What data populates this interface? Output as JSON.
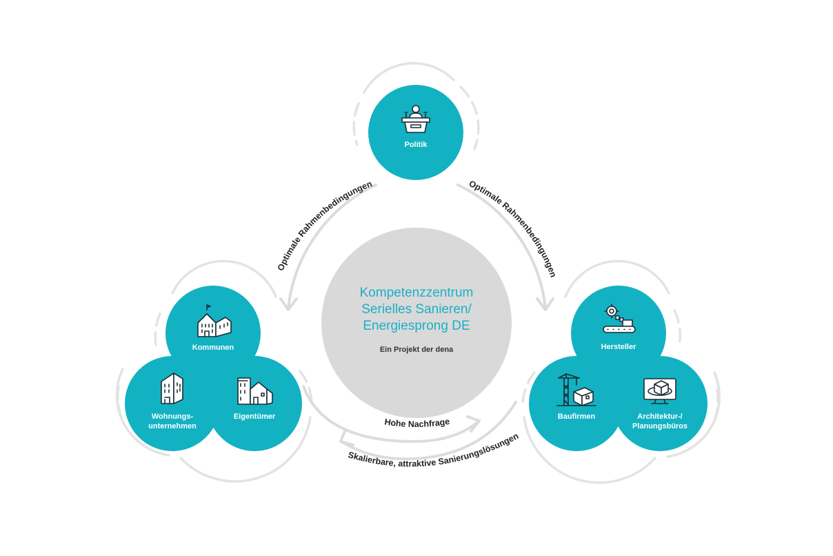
{
  "center": {
    "title_lines": [
      "Kompetenzzentrum",
      "Serielles Sanieren/",
      "Energiesprong DE"
    ],
    "subtitle": "Ein Projekt der dena"
  },
  "nodes": {
    "politik": "Politik",
    "kommunen": "Kommunen",
    "wohnungsunternehmen": [
      "Wohnungs-",
      "unternehmen"
    ],
    "eigentuemer": "Eigentümer",
    "hersteller": "Hersteller",
    "baufirmen": "Baufirmen",
    "architektur": [
      "Architektur-/",
      "Planungsbüros"
    ]
  },
  "arrows": {
    "left": "Optimale Rahmenbedingungen",
    "right": "Optimale Rahmenbedingungen",
    "bottom_top": "Hohe Nachfrage",
    "bottom_bottom": "Skalierbare, attraktive Sanierungslösungen"
  },
  "colors": {
    "node_fill": "#12b2c3",
    "center_fill": "#d9d9d9",
    "title_color": "#1bb0c4",
    "ring_color": "#e3e3e3"
  },
  "icons": {
    "politik": "lectern-icon",
    "kommunen": "town-hall-icon",
    "wohnungsunternehmen": "apartment-building-icon",
    "eigentuemer": "houses-icon",
    "hersteller": "factory-conveyor-icon",
    "baufirmen": "construction-crane-icon",
    "architektur": "design-monitor-icon"
  }
}
